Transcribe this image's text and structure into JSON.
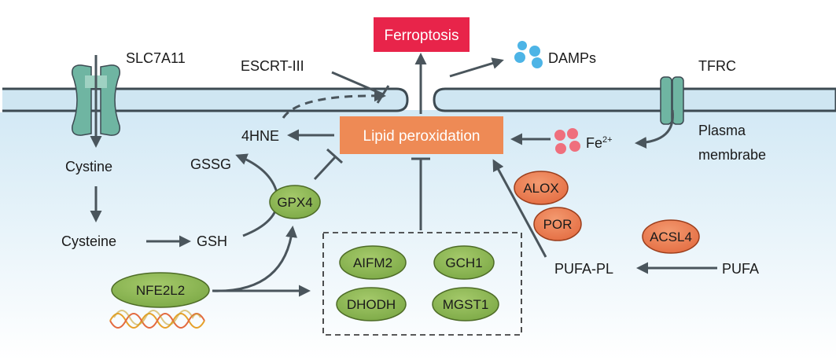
{
  "labels": {
    "ferroptosis": "Ferroptosis",
    "lipid_peroxidation": "Lipid peroxidation",
    "slc7a11": "SLC7A11",
    "escrt": "ESCRT-III",
    "damps": "DAMPs",
    "tfrc": "TFRC",
    "plasma_membrane_line1": "Plasma",
    "plasma_membrane_line2": "membrabe",
    "fe": "Fe",
    "fe_charge": "2+",
    "hne": "4HNE",
    "gssg": "GSSG",
    "cystine": "Cystine",
    "cysteine": "Cysteine",
    "gsh": "GSH",
    "pufa_pl": "PUFA-PL",
    "pufa": "PUFA"
  },
  "nodes": {
    "gpx4": "GPX4",
    "nfe2l2": "NFE2L2",
    "aifm2": "AIFM2",
    "gch1": "GCH1",
    "dhodh": "DHODH",
    "mgst1": "MGST1",
    "alox": "ALOX",
    "por": "POR",
    "acsl4": "ACSL4"
  },
  "colors": {
    "ferroptosis_box": "#e8244a",
    "lipid_box": "#ee8a55",
    "green_node": "#8db751",
    "orange_node": "#ec7c50",
    "membrane": "#cfe6f2",
    "cytoplasm_top": "#d6eaf5",
    "arrow": "#4a555c",
    "channel": "#6fb5a2",
    "damps_dot": "#4db4e6",
    "fe_dot": "#ef6f7d"
  }
}
